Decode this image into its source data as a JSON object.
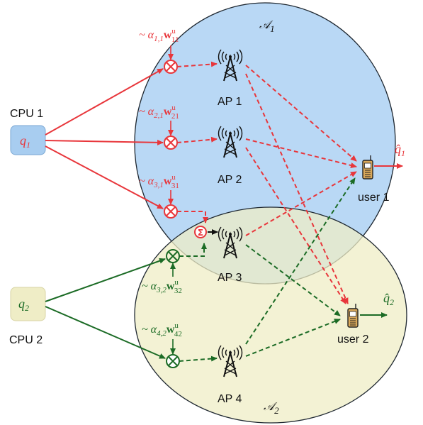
{
  "regions": {
    "a1": {
      "label": "𝒜",
      "sub": "1",
      "fill": "#b9d8f5"
    },
    "a2": {
      "label": "𝒜",
      "sub": "2",
      "fill": "#efedc6"
    }
  },
  "cpus": [
    {
      "label": "CPU 1",
      "symbol": "q",
      "sub": "1",
      "color": "#a8cdf0"
    },
    {
      "label": "CPU 2",
      "symbol": "q",
      "sub": "2",
      "color": "#efedc6"
    }
  ],
  "aps": [
    {
      "label": "AP 1"
    },
    {
      "label": "AP 2"
    },
    {
      "label": "AP 3"
    },
    {
      "label": "AP 4"
    }
  ],
  "users": [
    {
      "label": "user 1",
      "estimate": "q̂",
      "sub": "1"
    },
    {
      "label": "user 2",
      "estimate": "q̂",
      "sub": "2"
    }
  ],
  "weights": [
    {
      "prefix": "~ α",
      "sub": "1,1",
      "w": "w",
      "wsub": "11",
      "sup": "u",
      "color": "red"
    },
    {
      "prefix": "~ α",
      "sub": "2,1",
      "w": "w",
      "wsub": "21",
      "sup": "u",
      "color": "red"
    },
    {
      "prefix": "~ α",
      "sub": "3,1",
      "w": "w",
      "wsub": "31",
      "sup": "u",
      "color": "red"
    },
    {
      "prefix": "~ α",
      "sub": "3,2",
      "w": "w",
      "wsub": "32",
      "sup": "u",
      "color": "green"
    },
    {
      "prefix": "~ α",
      "sub": "4,2",
      "w": "w",
      "wsub": "42",
      "sup": "u",
      "color": "green"
    }
  ],
  "sum_symbol": "Σ",
  "colors": {
    "red": "#e8363b",
    "green": "#1b6b25"
  }
}
